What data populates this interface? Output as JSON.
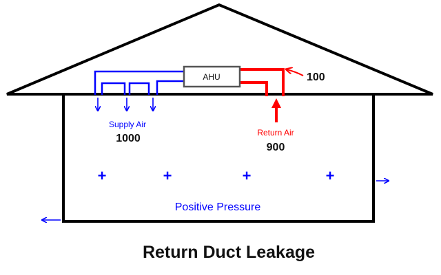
{
  "diagram": {
    "title": "Return Duct Leakage",
    "ahu_label": "AHU",
    "leak_value": "100",
    "supply_label": "Supply Air",
    "supply_value": "1000",
    "return_label": "Return Air",
    "return_value": "900",
    "pressure_label": "Positive Pressure",
    "plus_sign": "+",
    "colors": {
      "supply": "#0000ff",
      "return": "#ff0000",
      "outline": "#000000",
      "ahu_border": "#555555",
      "text": "#111111"
    }
  }
}
